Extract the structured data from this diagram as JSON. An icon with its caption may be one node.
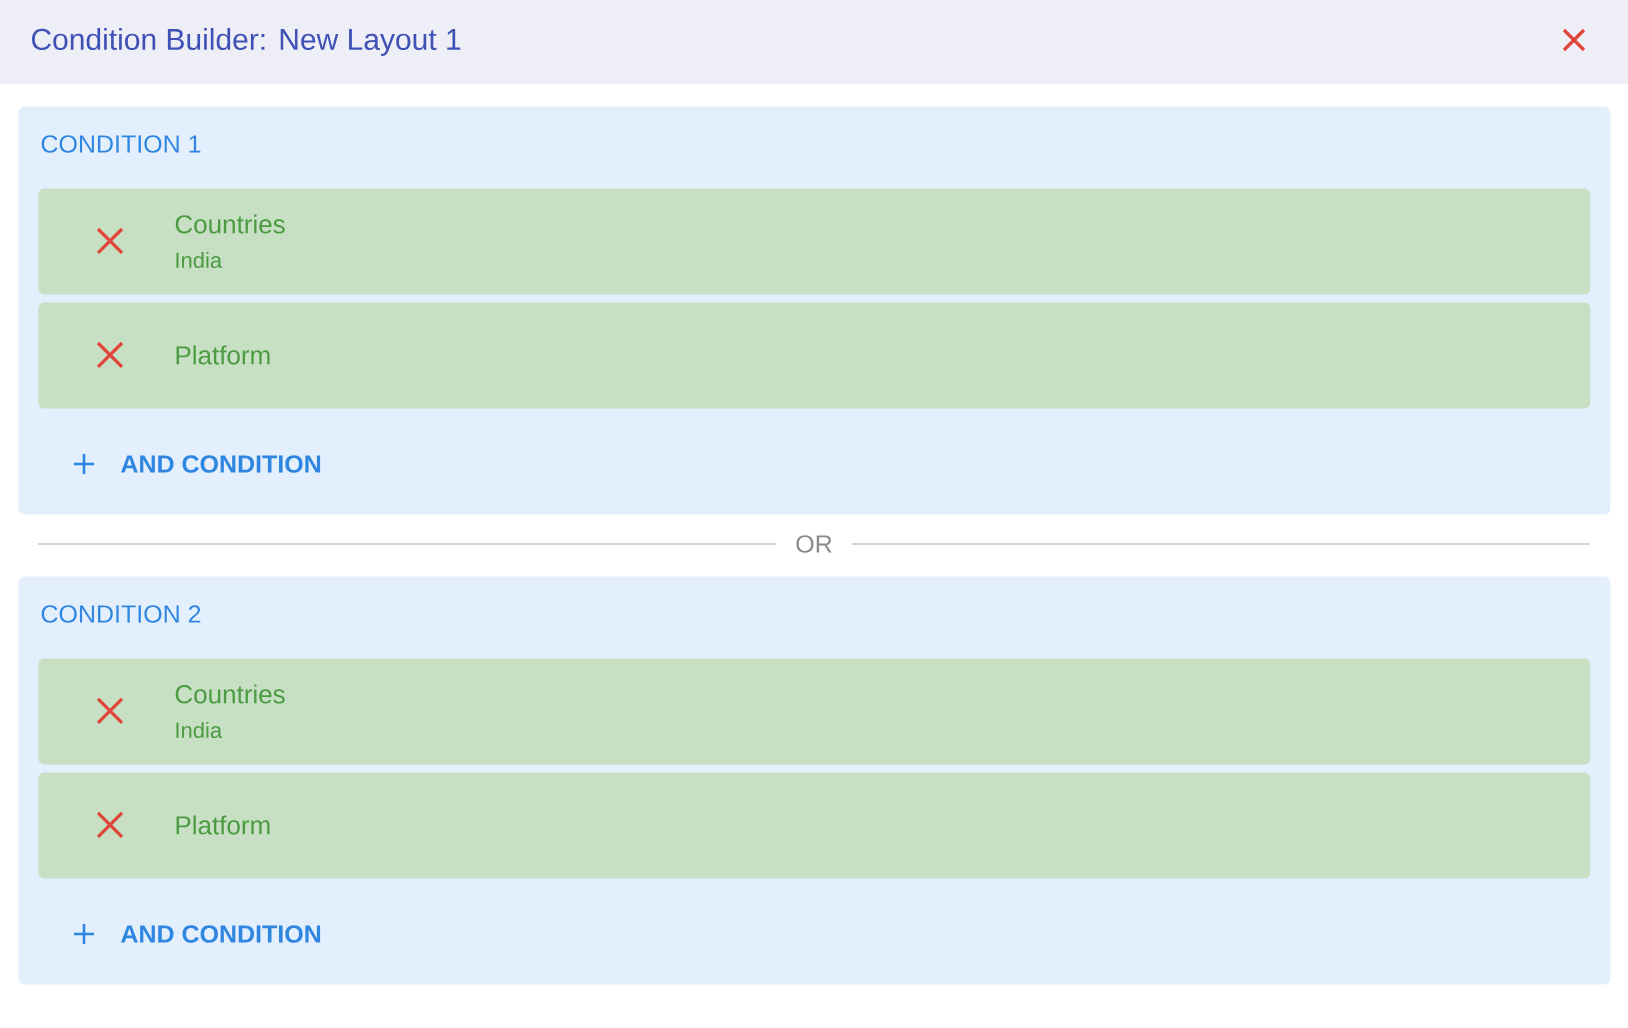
{
  "diagram": {
    "title": "Condition Builder: New Layout 1",
    "nodes": [
      {
        "text": [
          "CONDITION 1"
        ]
      },
      {
        "text": [
          "Countries",
          "India"
        ],
        "in": 0
      },
      {
        "text": [
          "Platform"
        ],
        "in": 0
      },
      {
        "text": [
          "CONDITION 2"
        ]
      },
      {
        "text": [
          "Countries",
          "India"
        ],
        "in": 3
      },
      {
        "text": [
          "Platform"
        ],
        "in": 3
      }
    ],
    "labels": [
      "AND CONDITION",
      "OR",
      "AND CONDITION"
    ]
  }
}
